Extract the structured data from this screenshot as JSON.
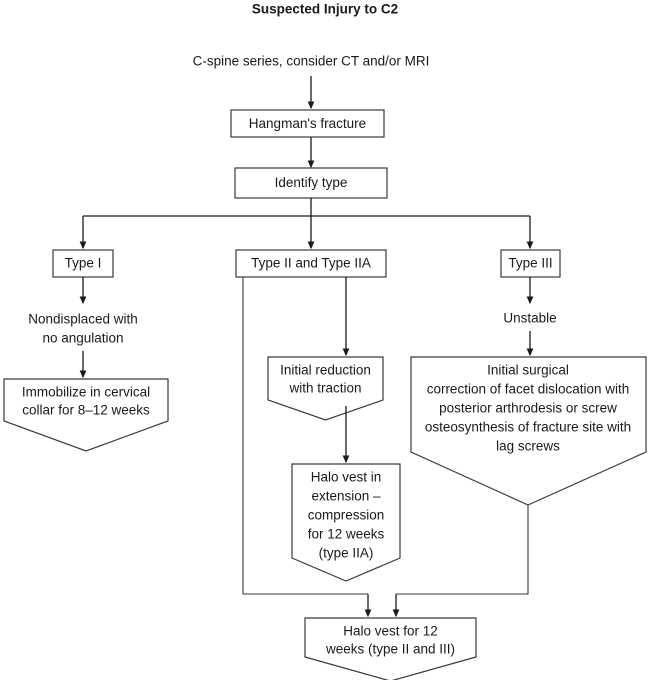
{
  "title": "Suspected Injury to C2",
  "nodes": {
    "intake": "C-spine series, consider CT and/or MRI",
    "diagnosis": "Hangman's fracture",
    "identify": "Identify type",
    "type1": "Type I",
    "type2": "Type II and Type IIA",
    "type3": "Type III",
    "type1_desc_line1": "Nondisplaced with",
    "type1_desc_line2": "no angulation",
    "type3_desc": "Unstable",
    "type1_treatment_line1": "Immobilize in cervical",
    "type1_treatment_line2": "collar for 8–12 weeks",
    "type2_reduction_line1": "Initial reduction",
    "type2_reduction_line2": "with traction",
    "type2_halo_line1": "Halo vest in",
    "type2_halo_line2": "extension –",
    "type2_halo_line3": "compression",
    "type2_halo_line4": "for 12 weeks",
    "type2_halo_line5": "(type IIA)",
    "type3_surgery_line1": "Initial surgical",
    "type3_surgery_line2": "correction of facet dislocation with",
    "type3_surgery_line3": "posterior arthrodesis or screw",
    "type3_surgery_line4": "osteosynthesis of fracture site with",
    "type3_surgery_line5": "lag screws",
    "outcome_line1": "Halo vest for 12",
    "outcome_line2": "weeks (type II and III)"
  },
  "colors": {
    "background": "#ffffff",
    "text": "#1a1a1a",
    "box_stroke": "#3a3a3a",
    "connector": "#1a1a1a"
  }
}
